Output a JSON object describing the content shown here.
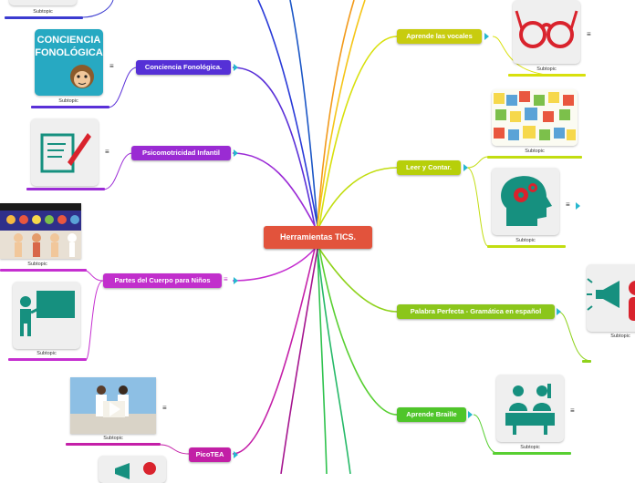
{
  "central": {
    "label": "Herramientas TICS."
  },
  "branches": [
    {
      "id": "vocales",
      "label": "Aprende las vocales",
      "color": "#c7d10a"
    },
    {
      "id": "leer",
      "label": "Leer y Contar.",
      "color": "#b9d10a"
    },
    {
      "id": "palabra",
      "label": "Palabra Perfecta - Gramática en español",
      "color": "#8acb1a"
    },
    {
      "id": "braille",
      "label": "Aprende Braille",
      "color": "#52c829"
    },
    {
      "id": "conciencia",
      "label": "Conciencia Fonológica.",
      "color": "#5a2fd8"
    },
    {
      "id": "psico",
      "label": "Psicomotricidad Infantil",
      "color": "#9b2bd6"
    },
    {
      "id": "partes",
      "label": "Partes del Cuerpo para Niños",
      "color": "#c52fd0"
    },
    {
      "id": "picotea",
      "label": "PicoTEA",
      "color": "#c41fa8"
    }
  ],
  "subtopic_label": "Subtopic",
  "note_symbol": "≡",
  "logo_text": {
    "line1": "CONCIENCIA",
    "line2": "FONOLÓGICA"
  }
}
